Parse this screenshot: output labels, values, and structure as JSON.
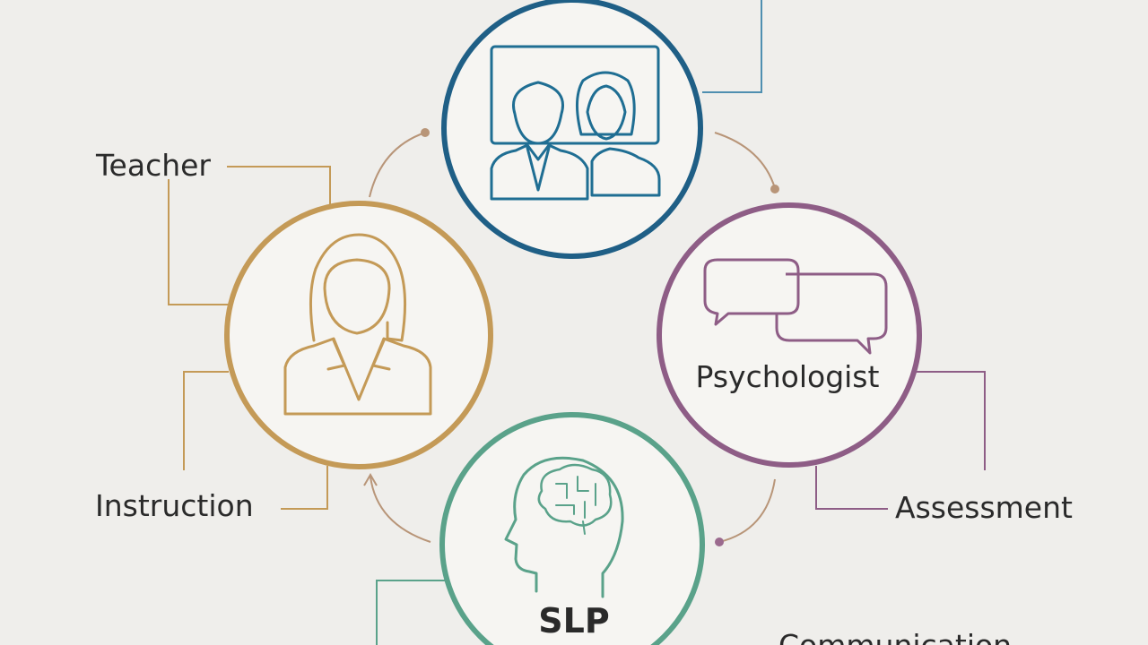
{
  "labels": {
    "teacher": "Teacher",
    "instruction": "Instruction",
    "psychologist": "Psychologist",
    "assessment": "Assessment",
    "slp": "SLP",
    "communication": "Communication"
  },
  "colors": {
    "background": "#efeeeb",
    "parents_ring": "#1f5f86",
    "teacher_ring": "#c49a57",
    "psychologist_ring": "#8e5d86",
    "slp_ring": "#5aa28a",
    "connector": "#b89578",
    "line_teal": "#4f8fb0"
  },
  "icons": {
    "parents": "two-people-in-frame-icon",
    "teacher": "teacher-person-icon",
    "psychologist": "speech-bubbles-icon",
    "slp": "head-brain-icon"
  }
}
